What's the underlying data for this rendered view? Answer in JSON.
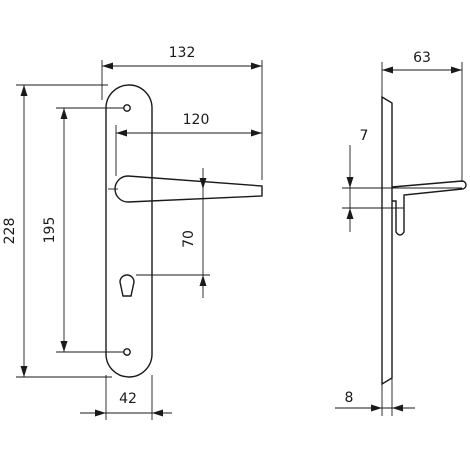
{
  "dimensions": {
    "plate_width": "132",
    "handle_projection": "120",
    "total_height": "228",
    "fixing_spacing": "195",
    "handle_to_key": "70",
    "plate_narrow": "42",
    "side_depth": "63",
    "handle_thickness": "7",
    "plate_thickness": "8"
  }
}
